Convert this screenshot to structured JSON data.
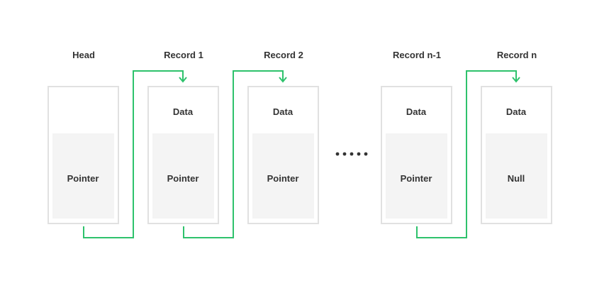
{
  "colors": {
    "arrow": "#2ec26c",
    "box_border": "#e1e1e1",
    "box_inner": "#f4f4f4",
    "text": "#333333"
  },
  "nodes": [
    {
      "title": "Head",
      "data": "",
      "pointer": "Pointer"
    },
    {
      "title": "Record 1",
      "data": "Data",
      "pointer": "Pointer"
    },
    {
      "title": "Record 2",
      "data": "Data",
      "pointer": "Pointer"
    },
    {
      "title": "Record n-1",
      "data": "Data",
      "pointer": "Pointer"
    },
    {
      "title": "Record n",
      "data": "Data",
      "pointer": "Null"
    }
  ]
}
